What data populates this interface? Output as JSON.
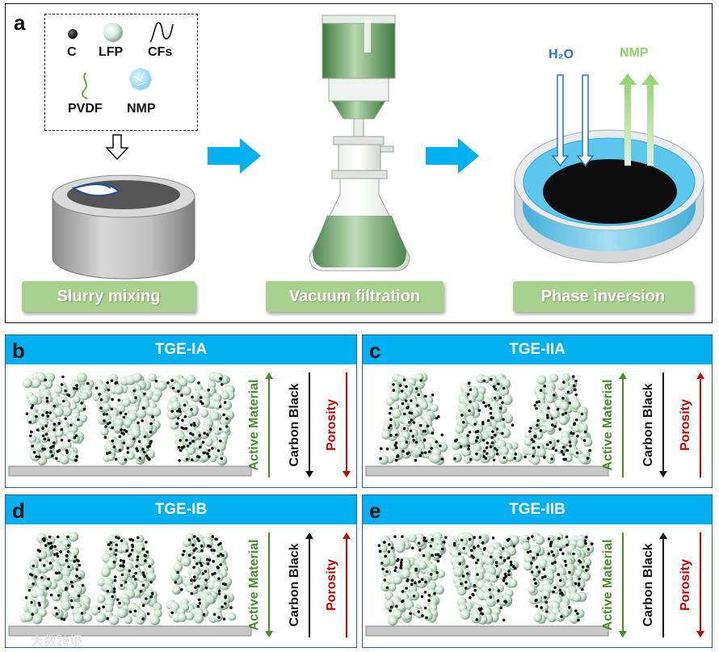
{
  "panel_a": {
    "label": "a",
    "legend": {
      "c": "C",
      "lfp": "LFP",
      "cfs": "CFs",
      "pvdf": "PVDF",
      "nmp": "NMP"
    },
    "steps": [
      "Slurry mixing",
      "Vacuum filtration",
      "Phase inversion"
    ],
    "h2o": "H₂O",
    "nmp_arrow": "NMP"
  },
  "panels": [
    {
      "letter": "b",
      "title": "TGE-IA",
      "shape": "v",
      "am_dir": "up",
      "cb_dir": "down",
      "po_dir": "down"
    },
    {
      "letter": "c",
      "title": "TGE-IIA",
      "shape": "a",
      "am_dir": "up",
      "cb_dir": "down",
      "po_dir": "up"
    },
    {
      "letter": "d",
      "title": "TGE-IB",
      "shape": "a",
      "am_dir": "down",
      "cb_dir": "up",
      "po_dir": "up"
    },
    {
      "letter": "e",
      "title": "TGE-IIB",
      "shape": "v",
      "am_dir": "down",
      "cb_dir": "up",
      "po_dir": "down"
    }
  ],
  "axis_labels": {
    "active": "Active Material",
    "carbon": "Carbon Black",
    "porosity": "Porosity"
  },
  "colors": {
    "blue_header": "#00b0f0",
    "step_green": "#a9d18e",
    "arrow_blue": "#00b0f0",
    "active": "#4a8a2a",
    "carbon": "#111111",
    "porosity": "#c00000"
  },
  "watermark": "大数跨境"
}
